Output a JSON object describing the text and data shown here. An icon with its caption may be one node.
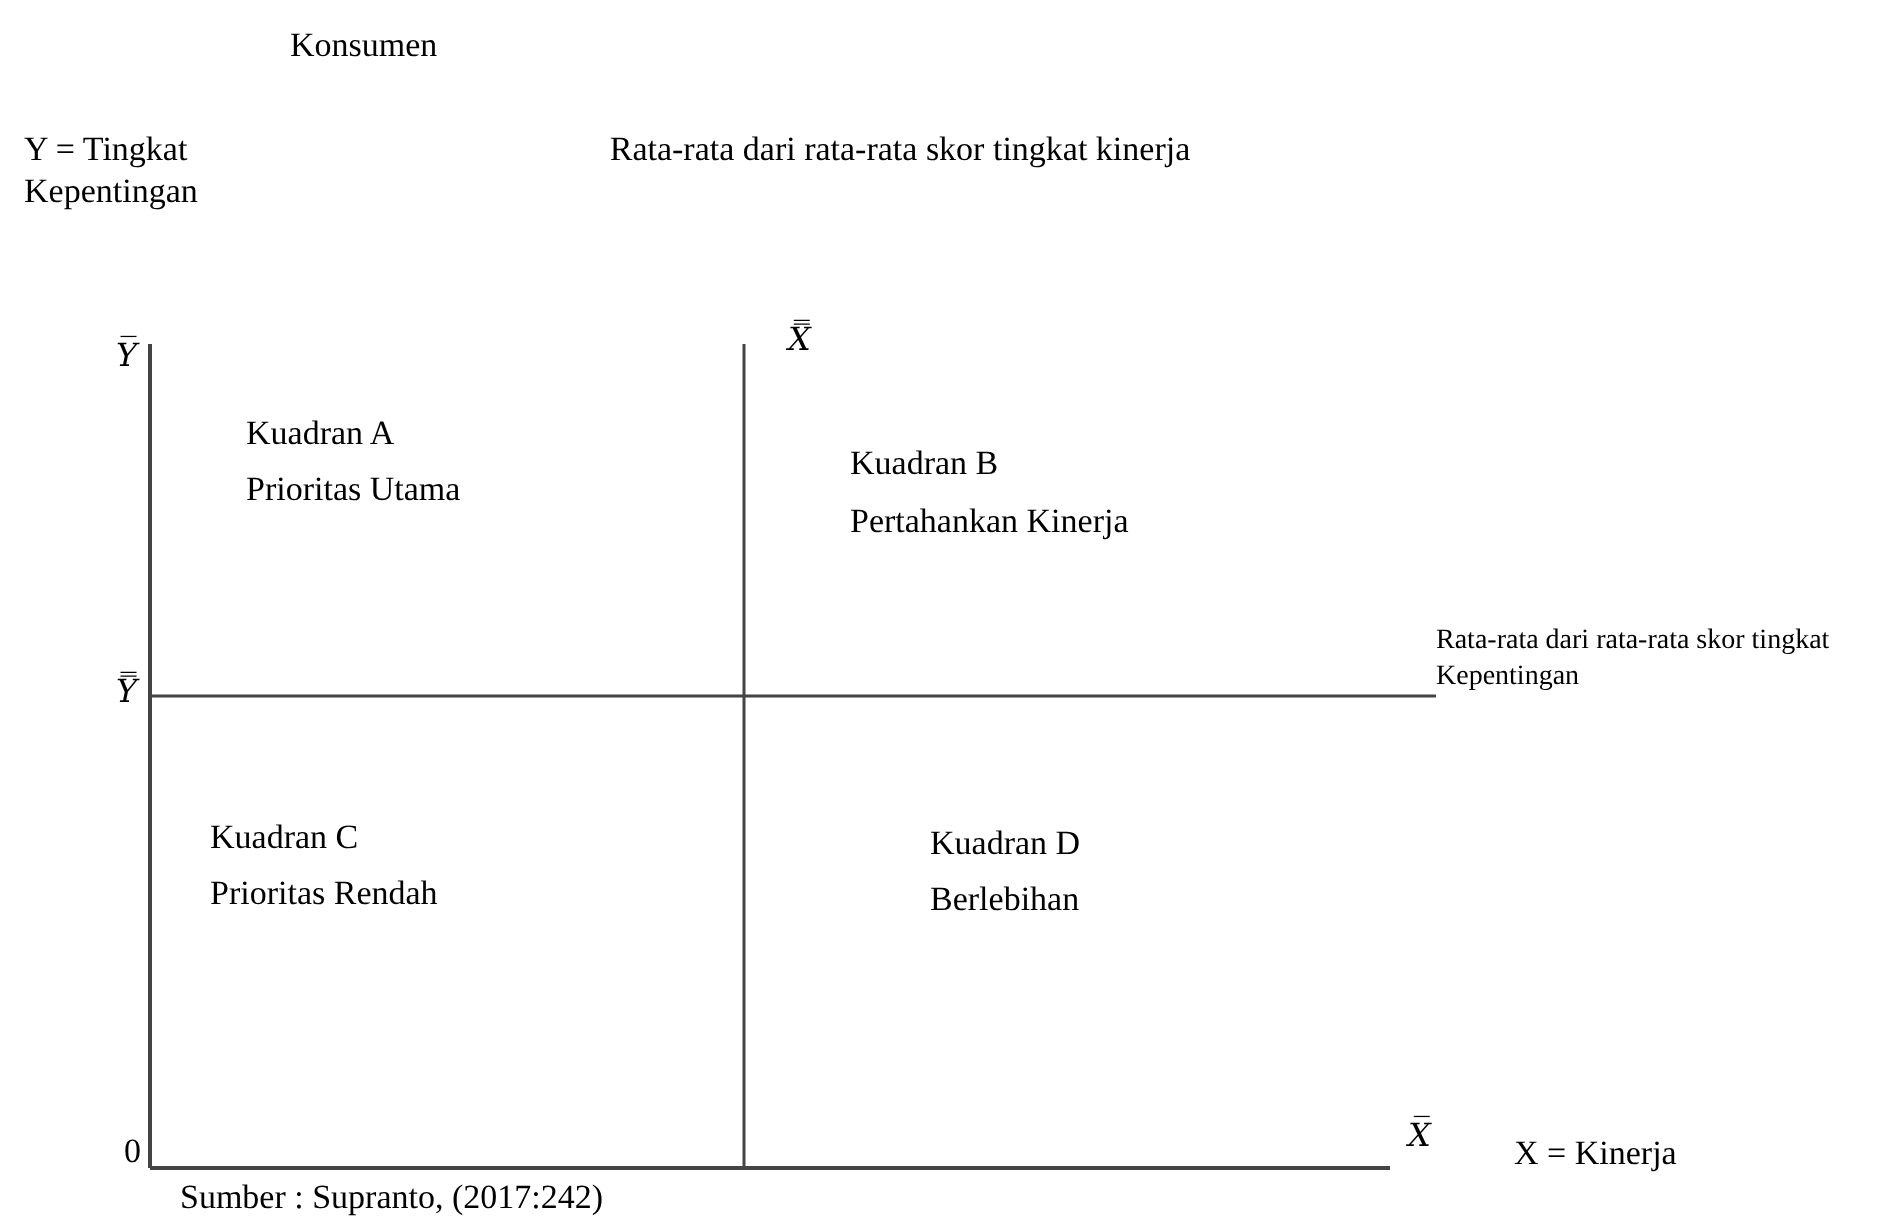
{
  "diagram": {
    "labels": [
      "Konsumen",
      "Y = Tingkat Kepentingan",
      "Rata-rata dari rata-rata skor tingkat kinerja",
      "Y̅",
      "X̿",
      "Kuadran A",
      "Prioritas Utama",
      "Kuadran B",
      "Pertahankan Kinerja",
      "Y̿",
      "Rata-rata dari rata-rata skor tingkat Kepentingan",
      "Kuadran C",
      "Prioritas Rendah",
      "Kuadran D",
      "Berlebihan",
      "0",
      "X̅",
      "X = Kinerja",
      "Sumber : Supranto, (2017:242)"
    ]
  }
}
